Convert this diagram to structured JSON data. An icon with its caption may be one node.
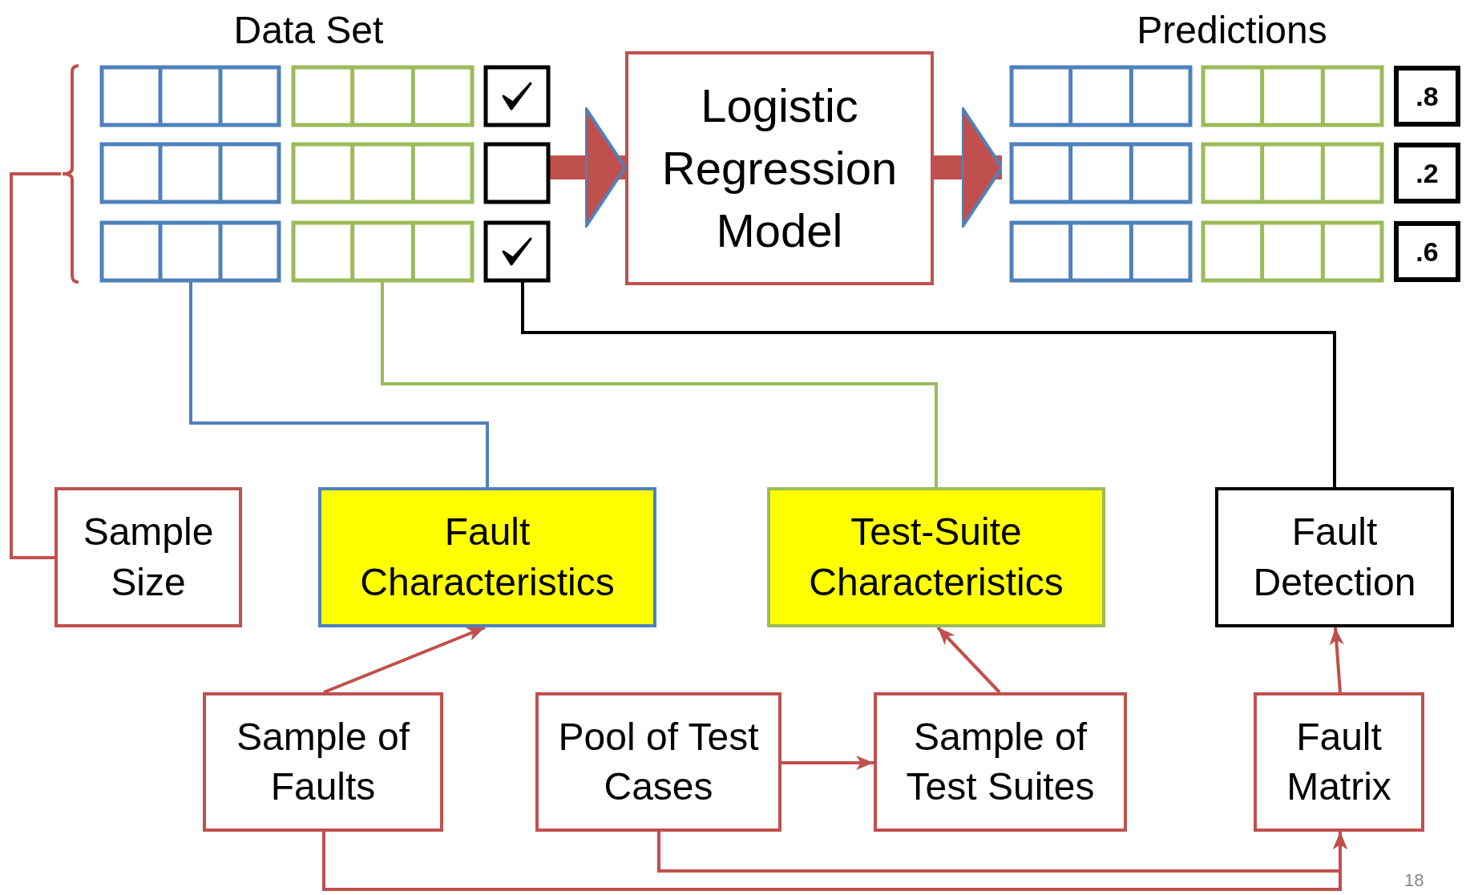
{
  "diagram": {
    "nodes": [
      {
        "text": [
          "Data Set"
        ]
      },
      {
        "text": [],
        "shape": "box",
        "in": 0
      },
      {
        "text": [],
        "shape": "box",
        "in": 0
      },
      {
        "text": [],
        "shape": "box",
        "in": 0
      },
      {
        "text": [
          "Logistic Regression Model"
        ]
      },
      {
        "text": [
          "Predictions"
        ]
      },
      {
        "text": [
          ".8"
        ]
      },
      {
        "text": [
          ".2"
        ]
      },
      {
        "text": [
          ".6"
        ]
      },
      {
        "text": [
          "Sample Size"
        ]
      },
      {
        "text": [
          "Fault Characteristics"
        ]
      },
      {
        "text": [
          "Test-Suite Characteristics"
        ]
      },
      {
        "text": [
          "Fault Detection"
        ]
      },
      {
        "text": [
          "Sample of Faults"
        ]
      },
      {
        "text": [
          "Pool of Test Cases"
        ]
      },
      {
        "text": [
          "Sample of Test Suites"
        ]
      },
      {
        "text": [
          "Fault Matrix"
        ]
      }
    ],
    "edges": [
      {
        "from": 0,
        "to": 4,
        "arrow": "to",
        "style": "thick"
      },
      {
        "from": 4,
        "to": 5,
        "arrow": "to",
        "style": "thick"
      },
      {
        "from": 9,
        "to": 0,
        "arrow": "none"
      },
      {
        "from": 1,
        "to": 10,
        "arrow": "none",
        "color": "#4f81bd"
      },
      {
        "from": 2,
        "to": 11,
        "arrow": "none",
        "color": "#9bbb59"
      },
      {
        "from": 3,
        "to": 12,
        "arrow": "none",
        "color": "#000000"
      },
      {
        "from": 13,
        "to": 10,
        "arrow": "to"
      },
      {
        "from": 15,
        "to": 11,
        "arrow": "to"
      },
      {
        "from": 14,
        "to": 15,
        "arrow": "to"
      },
      {
        "from": 16,
        "to": 12,
        "arrow": "to"
      },
      {
        "from": 14,
        "to": 16,
        "arrow": "to"
      },
      {
        "from": 13,
        "to": 16,
        "arrow": "to"
      }
    ],
    "labels": [
      "18"
    ]
  }
}
